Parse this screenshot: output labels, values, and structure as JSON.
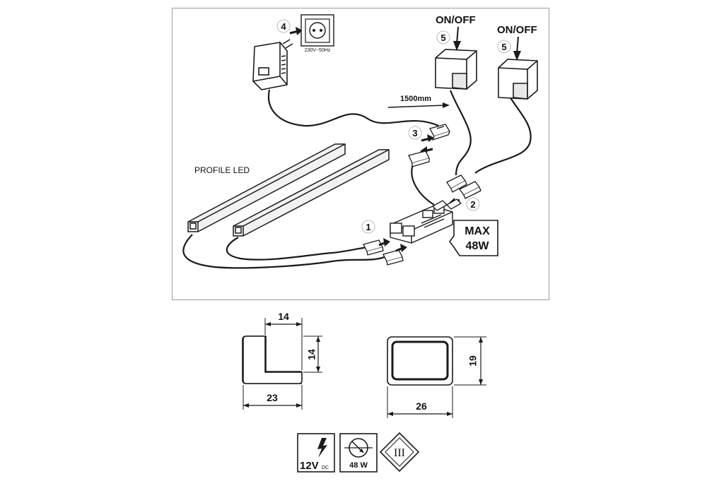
{
  "colors": {
    "line": "#1a1a1a",
    "frame_border": "#9a9a9a",
    "profile_fill": "#f2f2f2",
    "badge_fill": "#555555",
    "connector_fill": "#bdbdbd"
  },
  "install_diagram": {
    "steps": {
      "step1": "1",
      "step2": "2",
      "step3": "3",
      "step4": "4",
      "switch_left": "5",
      "switch_right": "5"
    },
    "profile_label": "PROFILE LED",
    "cable_length": "1500mm",
    "outlet_label": "230V~50Hz",
    "switch_left_label": "ON/OFF",
    "switch_right_label": "ON/OFF",
    "max_power_line1": "MAX",
    "max_power_line2": "48W"
  },
  "dimensions": {
    "profile_a": {
      "top_width": "14",
      "side_height": "14",
      "bottom_width": "23"
    },
    "profile_b": {
      "height": "19",
      "width": "26"
    }
  },
  "symbols": {
    "voltage_value": "12V",
    "voltage_suffix": "DC",
    "power_value": "48 W",
    "class_label": "III"
  }
}
